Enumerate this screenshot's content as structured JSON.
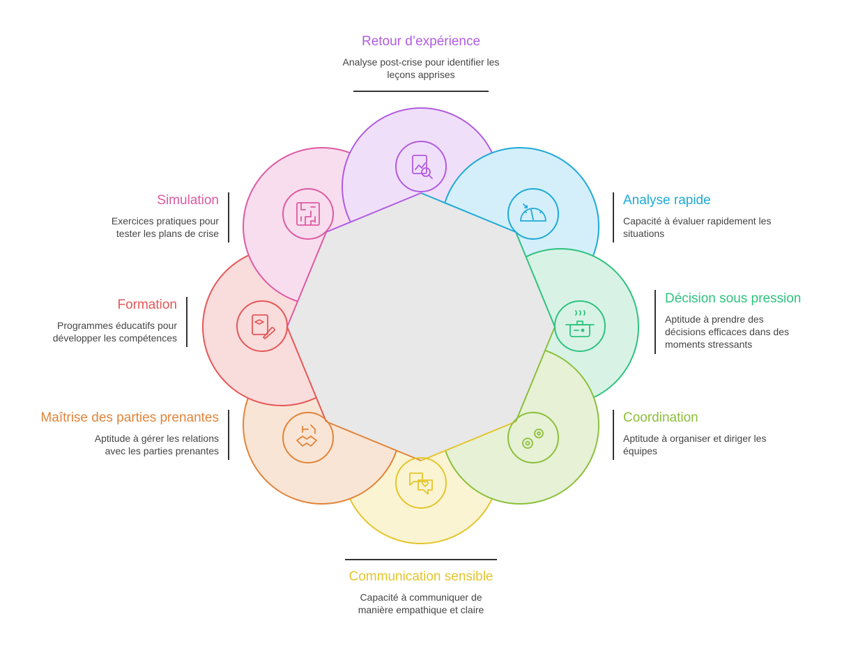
{
  "items": [
    {
      "id": "retour",
      "title": "Retour d’expérience",
      "description": "Analyse post-crise pour identifier les leçons apprises",
      "color": "#b05be0",
      "fill": "#f0dff9",
      "icon": "report-magnifier-icon"
    },
    {
      "id": "analyse",
      "title": "Analyse rapide",
      "description": "Capacité à évaluer rapidement les situations",
      "color": "#1ea9d6",
      "fill": "#d4effa",
      "icon": "speedometer-icon"
    },
    {
      "id": "decision",
      "title": "Décision sous pression",
      "description": "Aptitude à prendre des décisions efficaces dans des moments stressants",
      "color": "#2ec27e",
      "fill": "#d8f3e6",
      "icon": "pressure-cooker-icon"
    },
    {
      "id": "coordination",
      "title": "Coordination",
      "description": "Aptitude à organiser et diriger les équipes",
      "color": "#8cbf3a",
      "fill": "#e6f1d6",
      "icon": "gears-icon"
    },
    {
      "id": "communication",
      "title": "Communication sensible",
      "description": "Capacité à communiquer de manière empathique et claire",
      "color": "#e3c52b",
      "fill": "#faf4d2",
      "icon": "chat-heart-icon"
    },
    {
      "id": "maitrise",
      "title": "Maîtrise des parties prenantes",
      "description": "Aptitude à gérer les relations avec les parties prenantes",
      "color": "#e0843a",
      "fill": "#f9e5d5",
      "icon": "handshake-icon"
    },
    {
      "id": "formation",
      "title": "Formation",
      "description": "Programmes éducatifs pour développer les compétences",
      "color": "#e45757",
      "fill": "#f9dcdc",
      "icon": "graduation-brush-icon"
    },
    {
      "id": "simulation",
      "title": "Simulation",
      "description": "Exercices pratiques pour tester les plans de crise",
      "color": "#dd5aa2",
      "fill": "#f8ddee",
      "icon": "maze-icon"
    }
  ],
  "center_fill": "#e8e8e8"
}
